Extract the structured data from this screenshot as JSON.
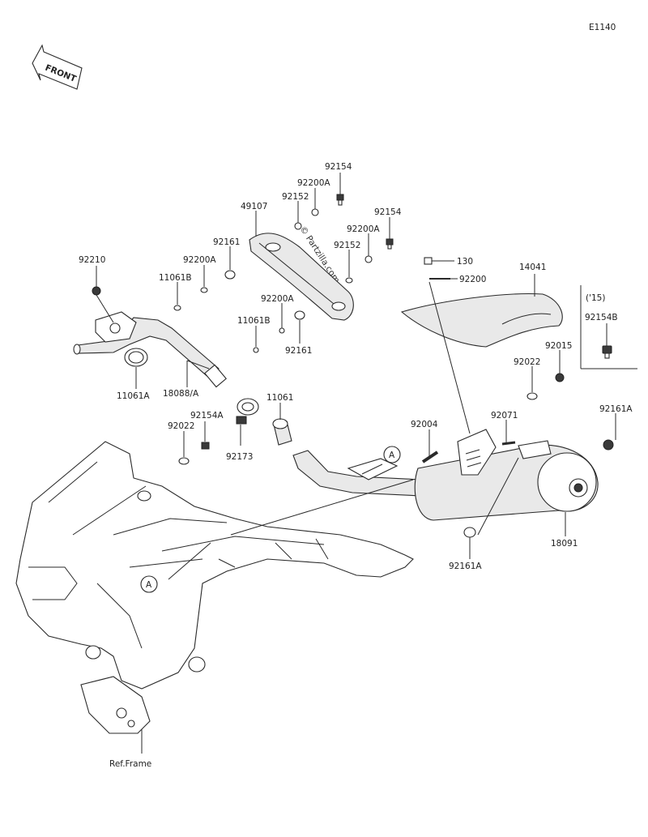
{
  "diagram_code": "E1140",
  "front_label": "FRONT",
  "watermark": "© Partzilla.com",
  "year_note": "('15)",
  "ref_frame": "Ref.Frame",
  "callout_a": "A",
  "labels": {
    "l92154_top": "92154",
    "l92200A_top": "92200A",
    "l92152_top": "92152",
    "l49107": "49107",
    "l92154_mid": "92154",
    "l92200A_mid": "92200A",
    "l92152_mid": "92152",
    "l92161_top": "92161",
    "l92200A_left": "92200A",
    "l92210": "92210",
    "l11061B_top": "11061B",
    "l92200A_low": "92200A",
    "l11061B_low": "11061B",
    "l92161_low": "92161",
    "l11061A": "11061A",
    "l18088A": "18088/A",
    "l11061": "11061",
    "l92154A": "92154A",
    "l92022_left": "92022",
    "l92173": "92173",
    "l130": "130",
    "l92200": "92200",
    "l14041": "14041",
    "l92154B": "92154B",
    "l92022_right": "92022",
    "l92015": "92015",
    "l92004": "92004",
    "l92071": "92071",
    "l92161A_top": "92161A",
    "l18091": "18091",
    "l92161A_low": "92161A"
  }
}
